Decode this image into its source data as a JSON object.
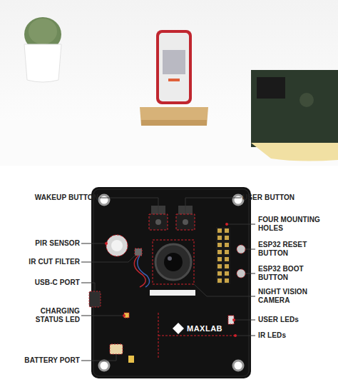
{
  "diagram": {
    "labels": [
      "WAKEUP BUTTON",
      "USER BUTTON",
      "FOUR MOUNTING HOLES",
      "PIR SENSOR",
      "ESP32 RESET BUTTON",
      "IR CUT FILTER",
      "ESP32 BOOT BUTTON",
      "USB-C PORT",
      "NIGHT VISION CAMERA",
      "CHARGING STATUS LED",
      "USER LEDs",
      "IR LEDs",
      "BATTERY PORT",
      "MAXLAB"
    ]
  }
}
